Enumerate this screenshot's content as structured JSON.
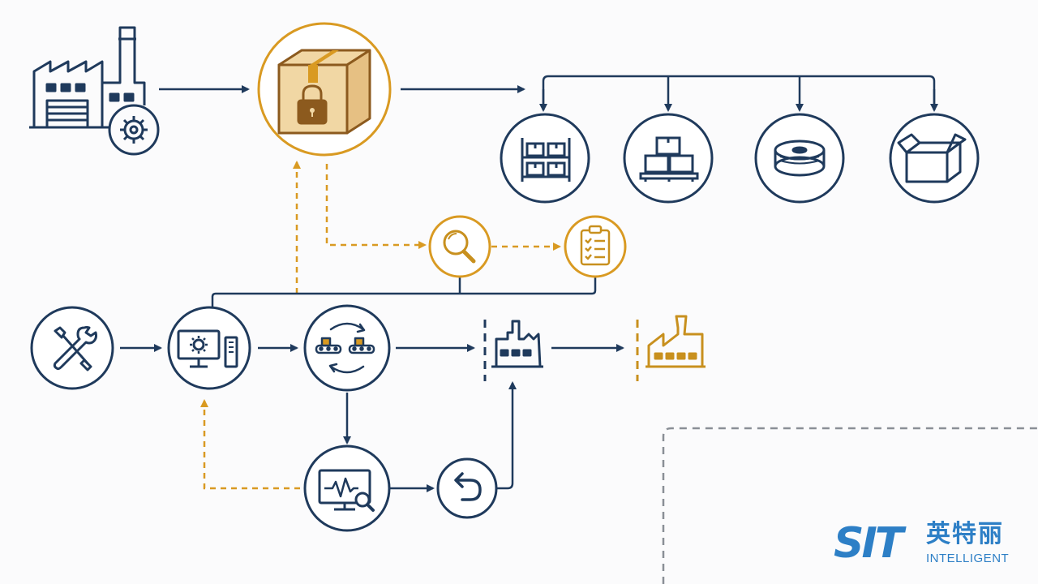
{
  "colors": {
    "navy": "#1f3a5c",
    "gold": "#c8901e",
    "gold_light": "#e6a52a",
    "gray_dashed": "#8a8f96",
    "brand_blue": "#2d7fc6"
  },
  "nodes": {
    "factory_source": {
      "icon": "factory-gear-icon"
    },
    "secure_package": {
      "icon": "locked-box-icon"
    },
    "warehouse_rack": {
      "icon": "warehouse-shelf-icon"
    },
    "pallet_boxes": {
      "icon": "pallet-icon"
    },
    "spool": {
      "icon": "wire-spool-icon"
    },
    "open_box": {
      "icon": "open-box-icon"
    },
    "inspect": {
      "icon": "magnifier-icon"
    },
    "checklist": {
      "icon": "clipboard-checklist-icon"
    },
    "tools": {
      "icon": "tools-icon"
    },
    "computer": {
      "icon": "computer-gear-icon"
    },
    "conveyor": {
      "icon": "conveyor-cycle-icon"
    },
    "factory_navy": {
      "icon": "factory-icon"
    },
    "factory_gold": {
      "icon": "factory-icon"
    },
    "monitor": {
      "icon": "monitor-analytics-icon"
    },
    "undo": {
      "icon": "return-arrow-icon"
    }
  },
  "logo": {
    "mark": "SIT",
    "chinese": "英特丽",
    "english": "INTELLIGENT"
  }
}
